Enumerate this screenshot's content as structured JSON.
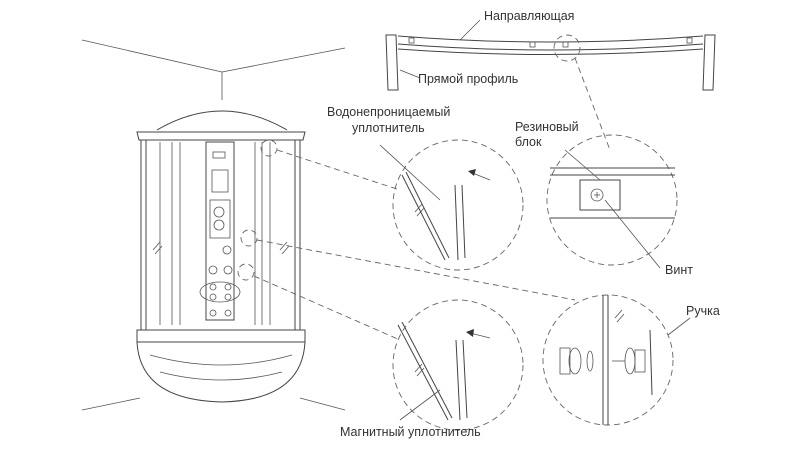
{
  "labels": {
    "guide_rail": "Направляющая",
    "straight_profile": "Прямой профиль",
    "waterproof_seal_line1": "Водонепроницаемый",
    "waterproof_seal_line2": "уплотнитель",
    "rubber_block_line1": "Резиновый",
    "rubber_block_line2": "блок",
    "screw": "Винт",
    "handle": "Ручка",
    "magnetic_seal": "Магнитный уплотнитель"
  }
}
